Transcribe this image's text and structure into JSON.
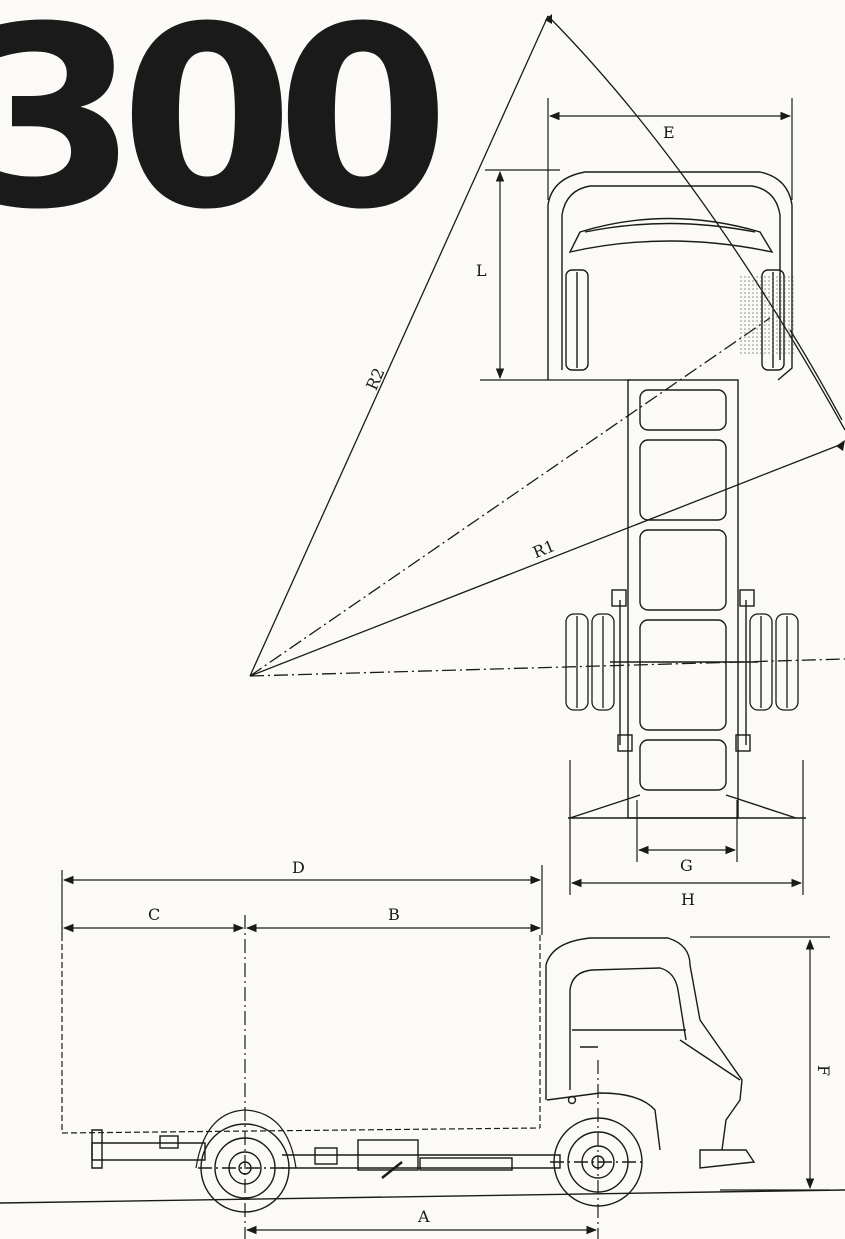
{
  "title": "300",
  "labels": {
    "A": "A",
    "B": "B",
    "C": "C",
    "D": "D",
    "E": "E",
    "F": "F",
    "G": "G",
    "H": "H",
    "L": "L",
    "R1": "R1",
    "R2": "R2"
  },
  "colors": {
    "ink": "#1a1a1a",
    "paper": "#fbfaf7",
    "hatch": "#6b6b6b"
  }
}
